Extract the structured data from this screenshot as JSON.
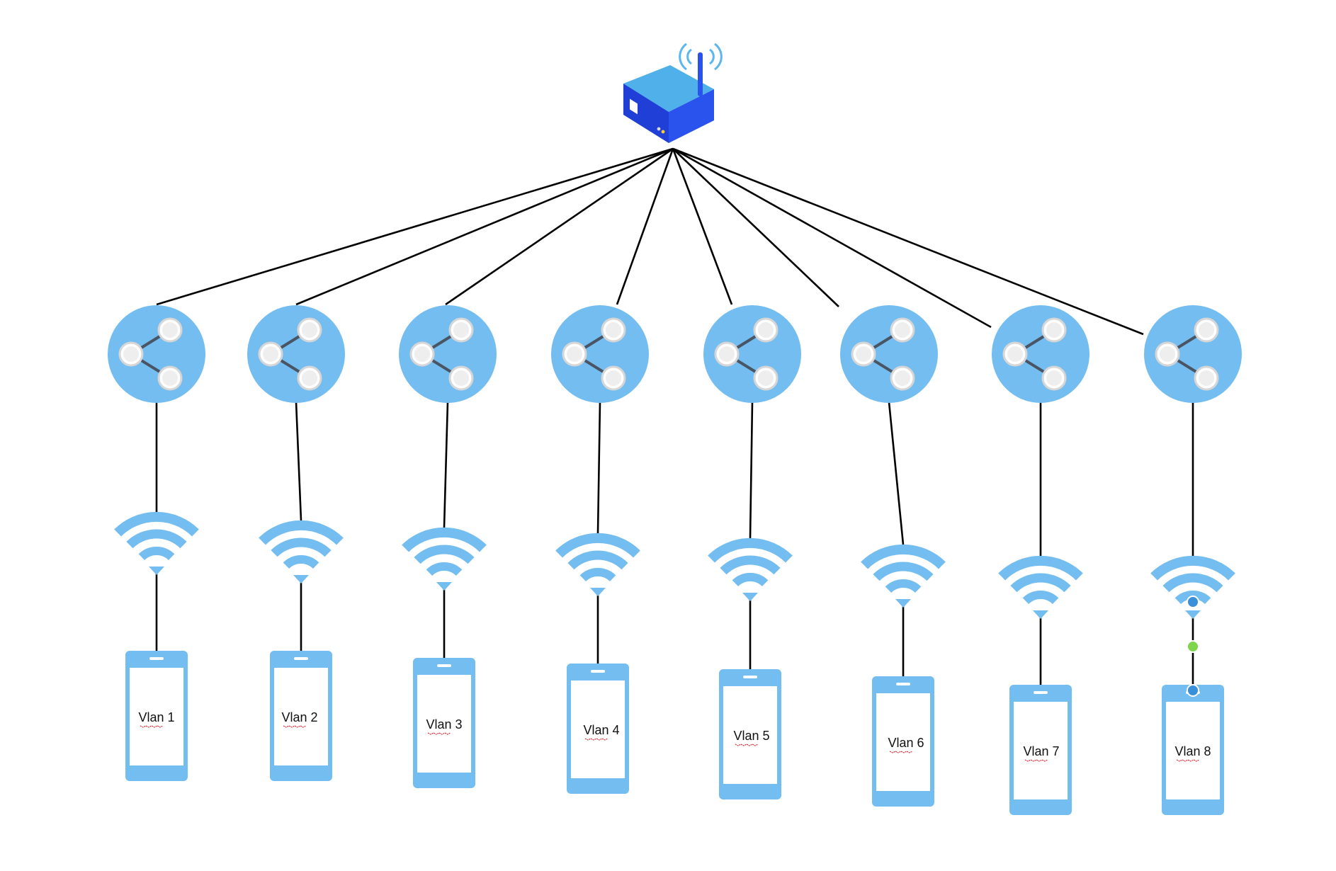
{
  "colors": {
    "background": "#ffffff",
    "device_blue": "#74bdf0",
    "router_top": "#4fb0ea",
    "router_front": "#1f3fd6",
    "line": "#000000",
    "selection_dot": "#3a8fd9",
    "selection_mid": "#7fd64b",
    "spellcheck": "#e0242b"
  },
  "router": {
    "icon": "wireless-router-icon"
  },
  "branches": [
    {
      "switch_icon": "share-network-icon",
      "wifi_icon": "wifi-icon",
      "phone_icon": "smartphone-icon",
      "label": "Vlan 1"
    },
    {
      "switch_icon": "share-network-icon",
      "wifi_icon": "wifi-icon",
      "phone_icon": "smartphone-icon",
      "label": "Vlan 2"
    },
    {
      "switch_icon": "share-network-icon",
      "wifi_icon": "wifi-icon",
      "phone_icon": "smartphone-icon",
      "label": "Vlan 3"
    },
    {
      "switch_icon": "share-network-icon",
      "wifi_icon": "wifi-icon",
      "phone_icon": "smartphone-icon",
      "label": "Vlan 4"
    },
    {
      "switch_icon": "share-network-icon",
      "wifi_icon": "wifi-icon",
      "phone_icon": "smartphone-icon",
      "label": "Vlan 5"
    },
    {
      "switch_icon": "share-network-icon",
      "wifi_icon": "wifi-icon",
      "phone_icon": "smartphone-icon",
      "label": "Vlan 6"
    },
    {
      "switch_icon": "share-network-icon",
      "wifi_icon": "wifi-icon",
      "phone_icon": "smartphone-icon",
      "label": "Vlan 7"
    },
    {
      "switch_icon": "share-network-icon",
      "wifi_icon": "wifi-icon",
      "phone_icon": "smartphone-icon",
      "label": "Vlan 8"
    }
  ],
  "selected_connector": {
    "branch": 8
  }
}
